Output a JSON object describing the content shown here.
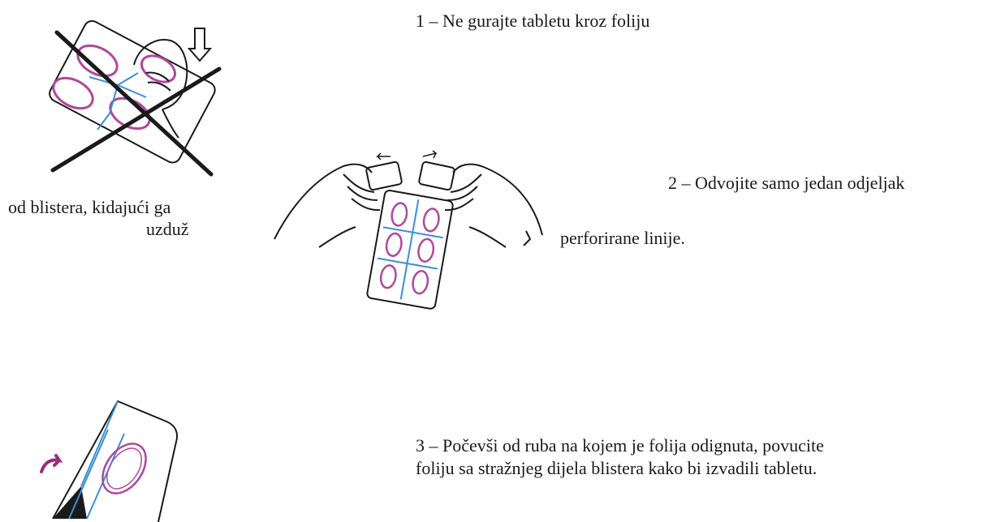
{
  "steps": {
    "step1": {
      "text": "1 – Ne gurajte tabletu kroz foliju"
    },
    "step2": {
      "text": "2 – Odvojite samo jedan odjeljak",
      "continuation": "perforirane linije."
    },
    "side_note": {
      "line1": "od blistera, kidajući ga",
      "line2": "uzduž"
    },
    "step3": {
      "line1": "3 – Počevši od ruba na kojem je folija odignuta, povucite",
      "line2": "foliju sa stražnjeg dijela blistera kako bi izvadili tabletu."
    }
  },
  "colors": {
    "ink": "#1a1a1a",
    "tablet": "#b0489c",
    "perforation": "#3a8fd6",
    "tab_arrow": "#9a2a7a"
  }
}
